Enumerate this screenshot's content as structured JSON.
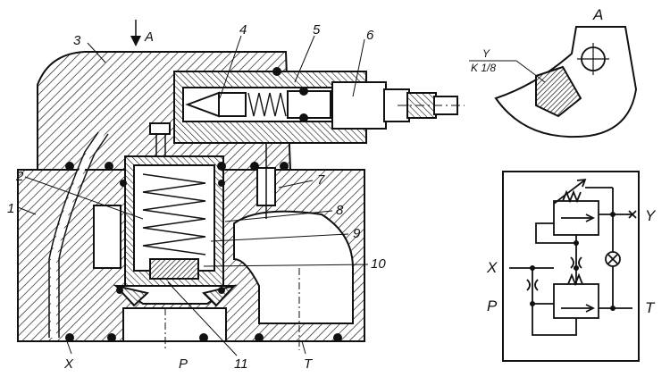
{
  "section": {
    "view_arrow_label": "A",
    "part_numbers": [
      "1",
      "2",
      "3",
      "4",
      "5",
      "6",
      "7",
      "8",
      "9",
      "10",
      "11"
    ],
    "port_labels": {
      "x": "X",
      "p": "P",
      "t": "T"
    }
  },
  "detail_view": {
    "title": "A",
    "note_top": "Y",
    "note_bottom": "K 1/8"
  },
  "schematic": {
    "ports": {
      "x": "X",
      "p": "P",
      "y": "Y",
      "t": "T"
    }
  },
  "colors": {
    "ink": "#111111",
    "paper": "#ffffff"
  }
}
